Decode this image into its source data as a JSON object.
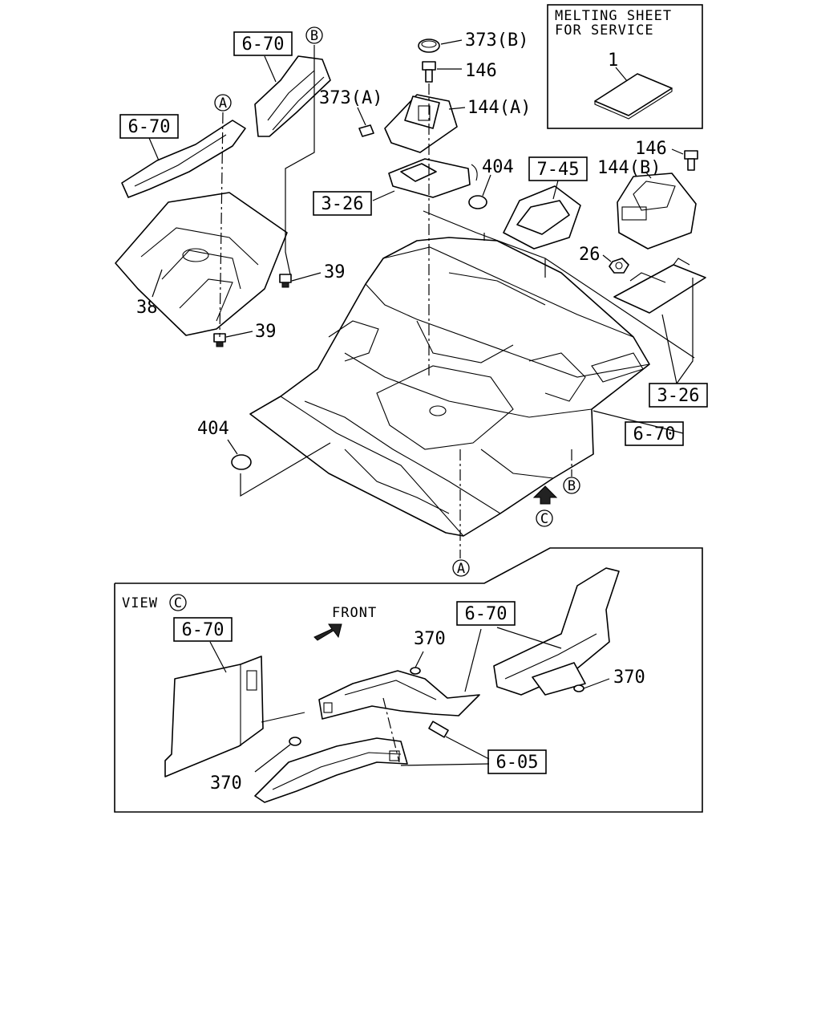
{
  "melting_sheet": {
    "title_line1": "MELTING SHEET",
    "title_line2": "FOR SERVICE",
    "part_number": "1"
  },
  "refs": {
    "r670_top": "6-70",
    "r670_left": "6-70",
    "r326_top": "3-26",
    "r745": "7-45",
    "r326_right": "3-26",
    "r670_right": "6-70",
    "r670_view_left": "6-70",
    "r670_view_mid": "6-70",
    "r605": "6-05"
  },
  "callouts": {
    "c_a": "A",
    "c_b": "B",
    "c_c": "C"
  },
  "parts": {
    "p373b": "373(B)",
    "p146_top": "146",
    "p373a": "373(A)",
    "p144a": "144(A)",
    "p404_top": "404",
    "p146_right": "146",
    "p144b": "144(B)",
    "p26": "26",
    "p39_upper": "39",
    "p39_lower": "39",
    "p38": "38",
    "p404_left": "404",
    "p370_a": "370",
    "p370_b": "370",
    "p370_c": "370"
  },
  "view": {
    "label": "VIEW",
    "front_label": "FRONT"
  }
}
